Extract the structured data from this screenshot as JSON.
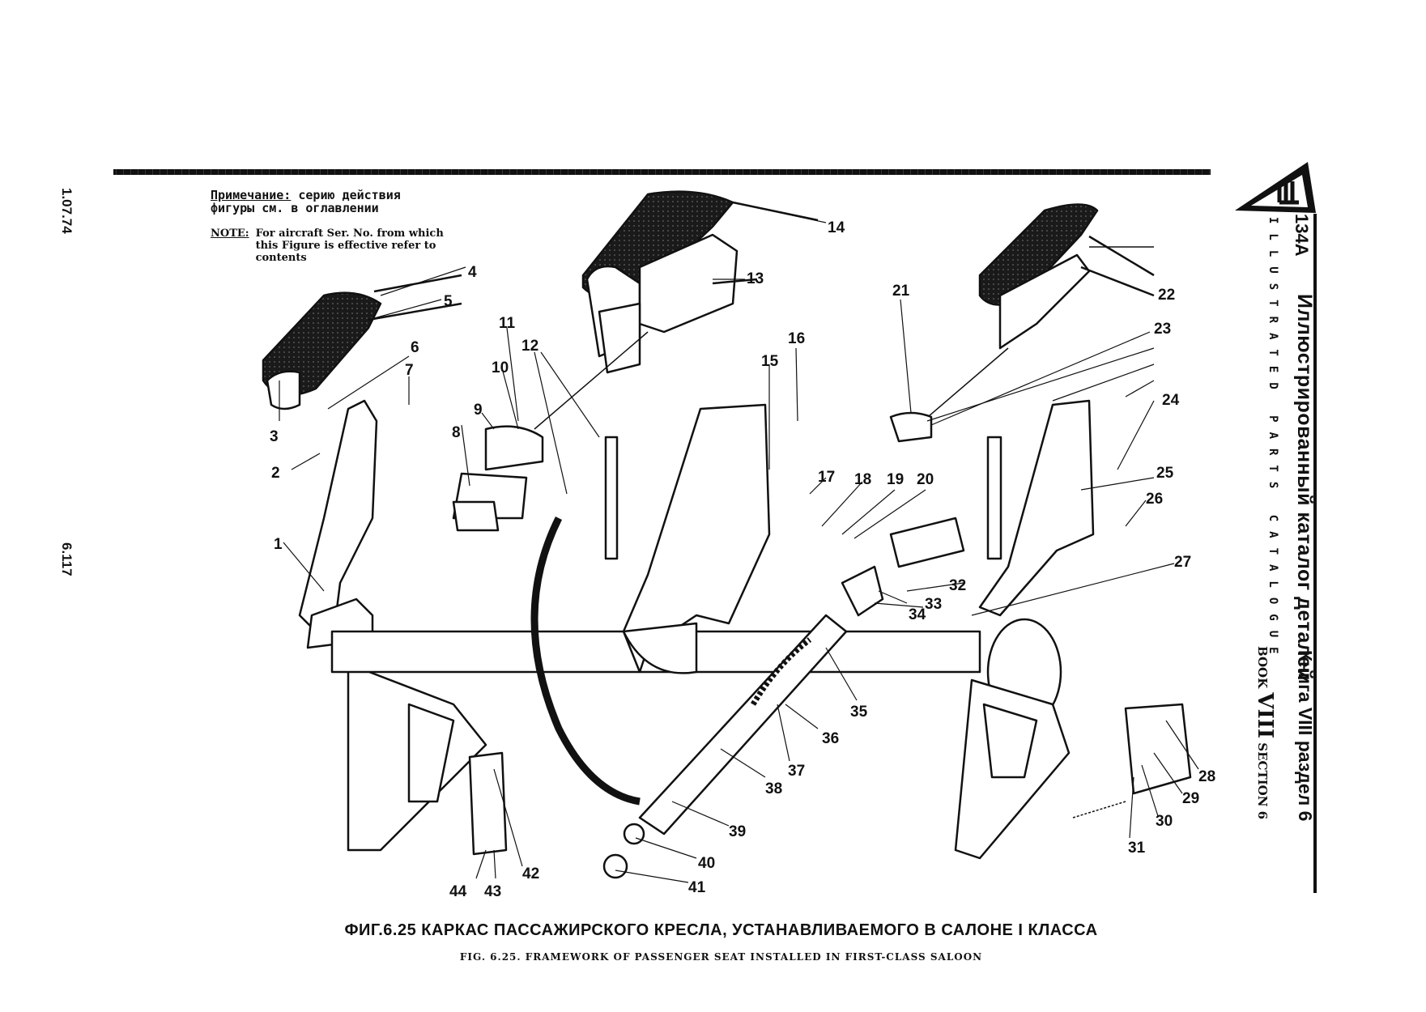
{
  "page_codes": {
    "top_left": "1.07.74",
    "bottom_left": "6.117"
  },
  "note": {
    "ru_label": "Примечание:",
    "ru_line1": "серию действия",
    "ru_line2": "фигуры см. в оглавлении",
    "en_label": "NOTE:",
    "en_text": "For aircraft Ser. No. from which this Figure is effective refer to contents"
  },
  "title_block": {
    "model": "134А",
    "title_ru": "Иллюстрированный каталог деталей",
    "title_en": "ILLUSTRATED PARTS CATALOGUE",
    "book_ru": "Книга VIII раздел 6",
    "book_en_prefix": "BOOK",
    "book_en_number": "VIII",
    "book_en_suffix": "SECTION 6"
  },
  "captions": {
    "ru": "ФИГ.6.25 КАРКАС ПАССАЖИРСКОГО КРЕСЛА, УСТАНАВЛИВАЕМОГО В САЛОНЕ I КЛАССА",
    "en": "FIG. 6.25. FRAMEWORK OF PASSENGER SEAT INSTALLED IN FIRST-CLASS SALOON"
  },
  "callouts": [
    "1",
    "2",
    "3",
    "4",
    "5",
    "6",
    "7",
    "8",
    "9",
    "10",
    "11",
    "12",
    "13",
    "14",
    "15",
    "16",
    "17",
    "18",
    "19",
    "20",
    "21",
    "22",
    "23",
    "24",
    "25",
    "26",
    "27",
    "28",
    "29",
    "30",
    "31",
    "32",
    "33",
    "34",
    "35",
    "36",
    "37",
    "38",
    "39",
    "40",
    "41",
    "42",
    "43",
    "44"
  ]
}
